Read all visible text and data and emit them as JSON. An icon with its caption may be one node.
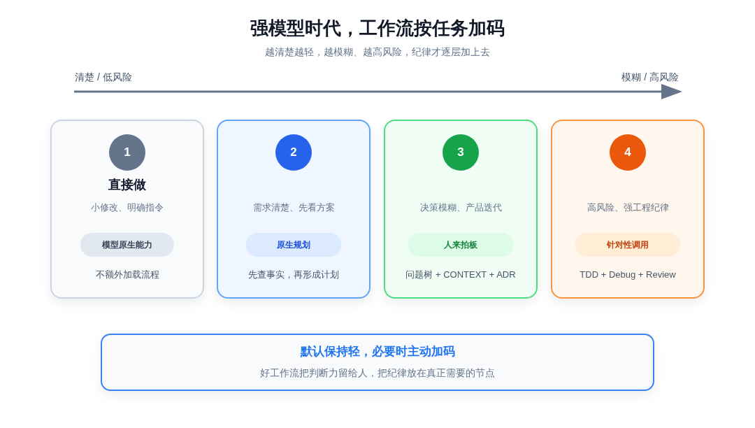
{
  "diagram": {
    "title": "强模型时代，工作流按任务加码",
    "nodes": [
      {
        "text": [
          "直接做",
          "小修改、明确指令",
          "不额外加载流程"
        ]
      },
      {
        "text": [
          "1"
        ],
        "in": 0
      },
      {
        "text": [
          "模型原生能力"
        ],
        "in": 0
      },
      {
        "text": [
          "需求清楚、先看方案",
          "先查事实，再形成计划"
        ]
      },
      {
        "text": [
          "2"
        ],
        "in": 3
      },
      {
        "text": [
          "原生规划"
        ],
        "in": 3
      },
      {
        "text": [
          "决策模糊、产品迭代",
          "问题树 + CONTEXT + ADR"
        ]
      },
      {
        "text": [
          "3"
        ],
        "in": 6
      },
      {
        "text": [
          "人来拍板"
        ],
        "in": 6
      },
      {
        "text": [
          "高风险、强工程纪律",
          "TDD + Debug + Review"
        ]
      },
      {
        "text": [
          "4"
        ],
        "in": 9
      },
      {
        "text": [
          "针对性调用"
        ],
        "in": 9
      },
      {
        "text": [
          "默认保持轻，必要时主动加码",
          "好工作流把判断力留给人，把纪律放在真正需要的节点"
        ]
      }
    ],
    "labels": [
      "越清楚越轻，越模糊、越高风险，纪律才逐层加上去",
      "清楚 / 低风险",
      "模糊 / 高风险"
    ]
  }
}
